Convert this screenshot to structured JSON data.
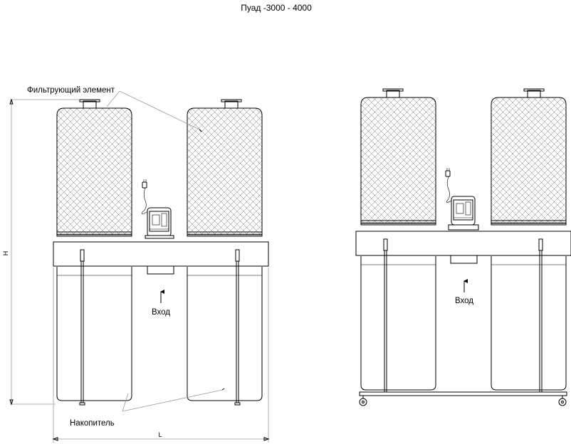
{
  "title": "Пуад -3000 - 4000",
  "labels": {
    "filter_element": "Фильтрующий элемент",
    "collector": "Накопитель",
    "inlet_left": "Вход",
    "inlet_right": "Вход",
    "dim_height": "H",
    "dim_length": "L"
  },
  "colors": {
    "line": "#000000",
    "leader": "#9a9a9a",
    "background": "#ffffff"
  }
}
